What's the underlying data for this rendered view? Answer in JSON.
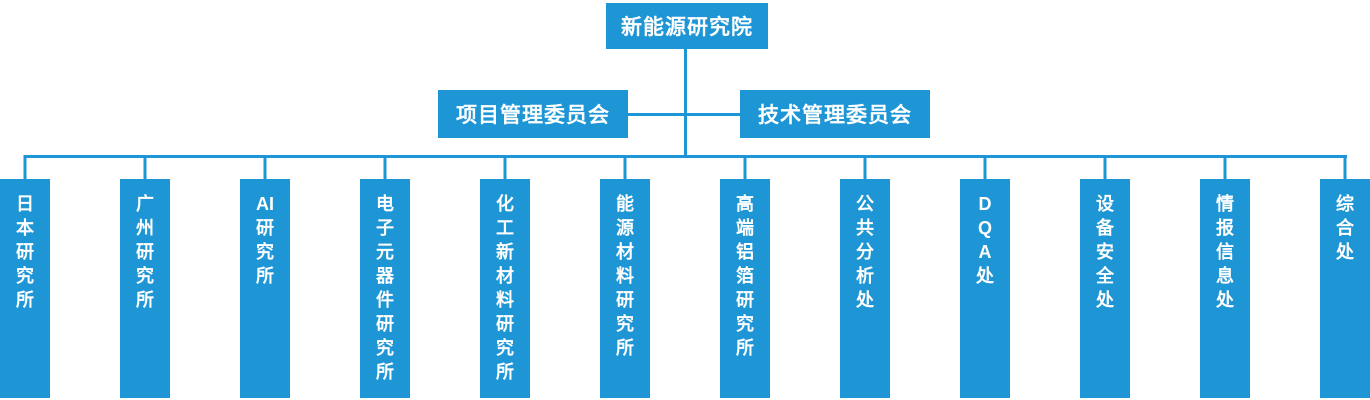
{
  "diagram": {
    "root": {
      "label": "新能源研究院"
    },
    "committees": [
      {
        "label": "项目管理委员会"
      },
      {
        "label": "技术管理委员会"
      }
    ],
    "departments": [
      {
        "label": "日\n本\n研\n究\n所"
      },
      {
        "label": "广\n州\n研\n究\n所"
      },
      {
        "label": "AI\n研\n究\n所"
      },
      {
        "label": "电\n子\n元\n器\n件\n研\n究\n所"
      },
      {
        "label": "化\n工\n新\n材\n料\n研\n究\n所"
      },
      {
        "label": "能\n源\n材\n料\n研\n究\n所"
      },
      {
        "label": "高\n端\n铝\n箔\n研\n究\n所"
      },
      {
        "label": "公\n共\n分\n析\n处"
      },
      {
        "label": "D\nQ\nA\n处"
      },
      {
        "label": "设\n备\n安\n全\n处"
      },
      {
        "label": "情\n报\n信\n息\n处"
      },
      {
        "label": "综\n合\n处"
      }
    ],
    "colors": {
      "node_blue": "#1E95D4",
      "text_white": "#FFFFFF",
      "background": "#FFFFFF"
    }
  }
}
